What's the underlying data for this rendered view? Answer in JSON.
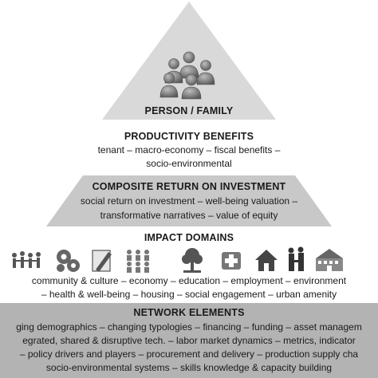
{
  "apex": {
    "title": "PERSON / FAMILY",
    "icon": "people-group-icon"
  },
  "productivity": {
    "title": "PRODUCTIVITY BENEFITS",
    "line1": "tenant – macro-economy – fiscal benefits –",
    "line2": "socio-environmental"
  },
  "composite": {
    "title": "COMPOSITE RETURN ON INVESTMENT",
    "line1": "social return on investment – well-being valuation –",
    "line2": "transformative narratives – value of equity"
  },
  "impact": {
    "title": "IMPACT DOMAINS",
    "icons": [
      "community-icon",
      "economy-gears-icon",
      "education-pencil-icon",
      "employment-people-icon",
      "environment-tree-icon",
      "health-first-aid-icon",
      "housing-house-icon",
      "social-engagement-people-icon",
      "urban-amenity-buildings-icon"
    ],
    "line1": "community & culture – economy – education – employment – environment",
    "line2": "– health & well-being – housing – social engagement – urban amenity"
  },
  "network": {
    "title": "NETWORK ELEMENTS",
    "line1": "ging demographics – changing typologies – financing – funding – asset managem",
    "line2": "egrated, shared & disruptive tech. – labor market dynamics – metrics, indicator",
    "line3": "– policy drivers and players – procurement and delivery – production supply cha",
    "line4": "socio-environmental systems – skills knowledge & capacity building"
  },
  "colors": {
    "tier_light": "#d9d9d9",
    "tier_mid": "#c4c4c4",
    "base": "#b3b3b3",
    "text": "#1a1a1a",
    "icon": "#555555"
  }
}
